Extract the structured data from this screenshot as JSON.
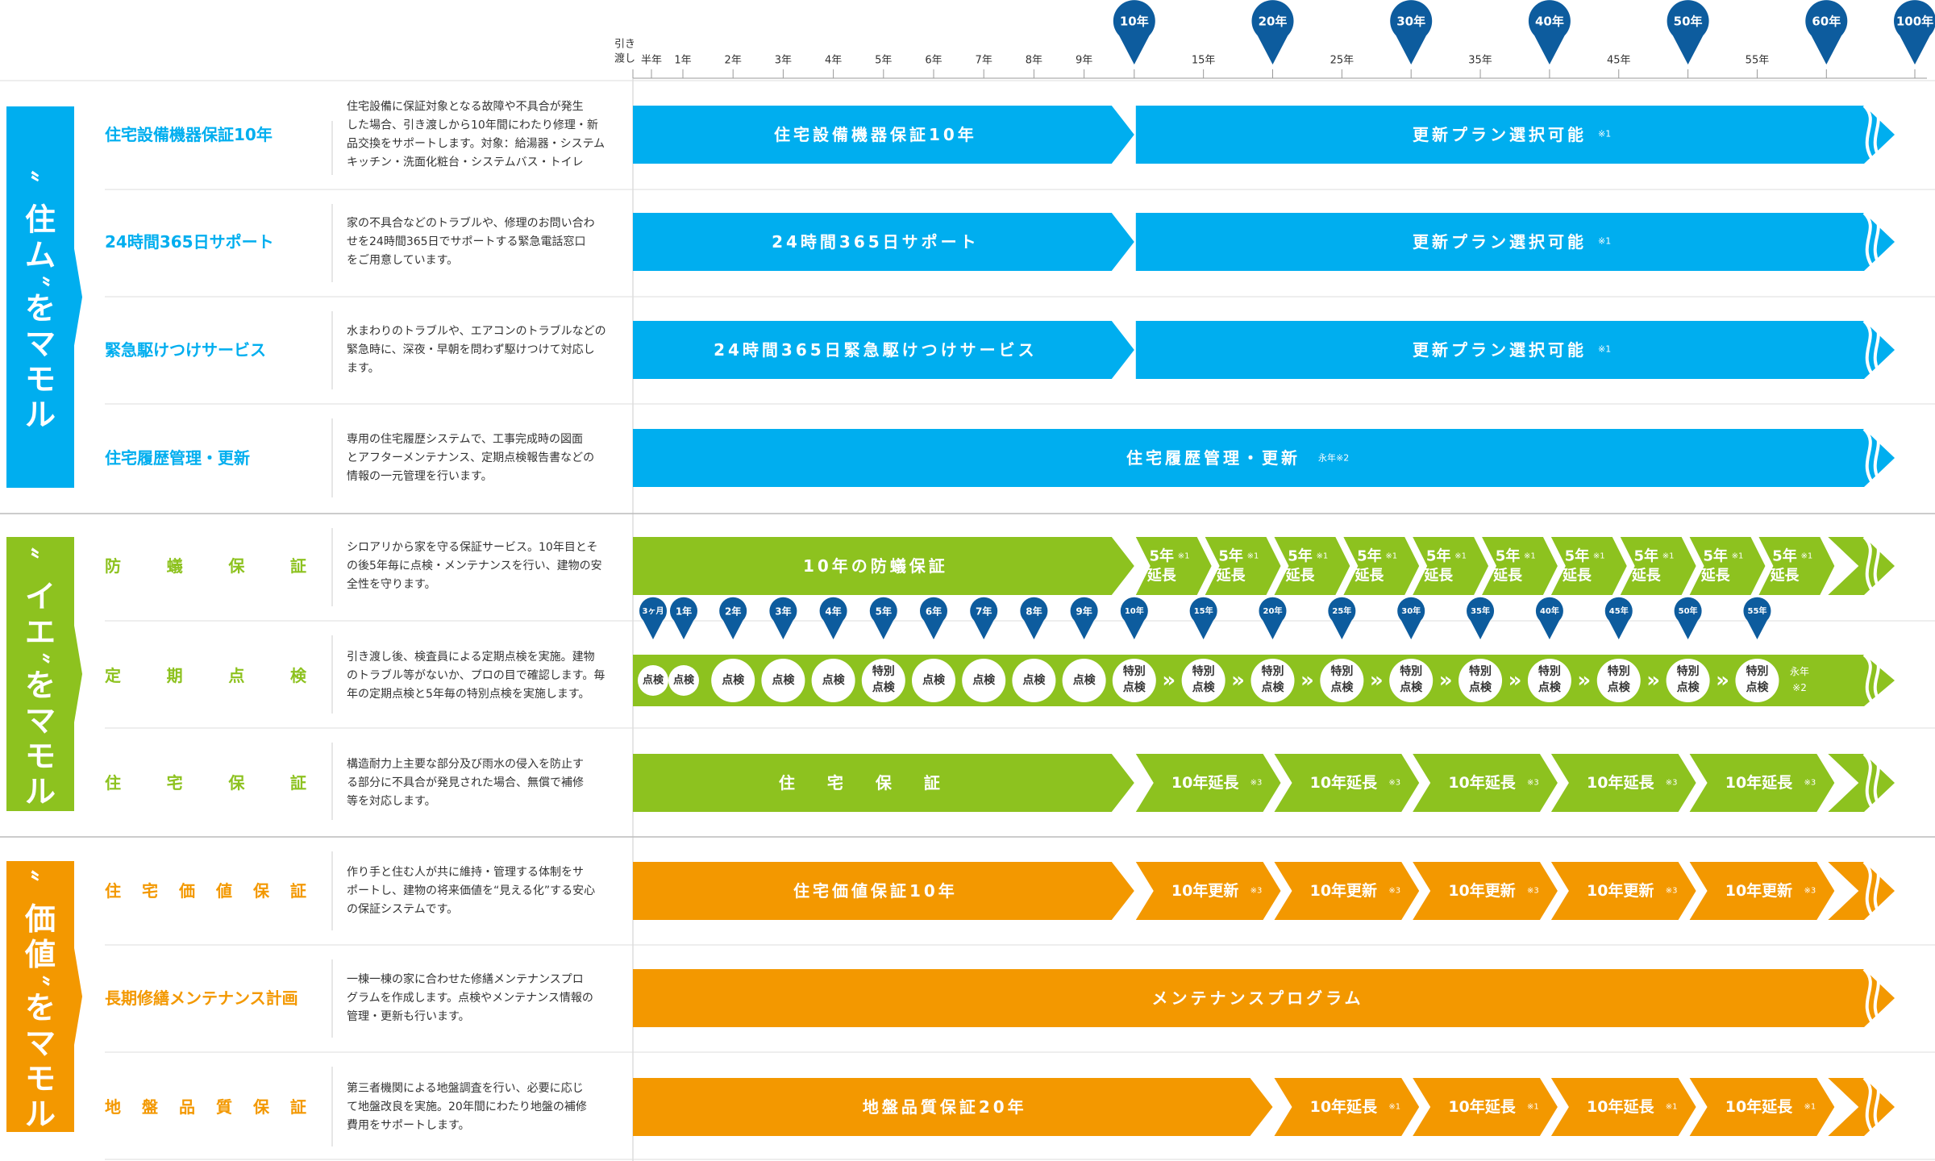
{
  "timeline": {
    "small_ticks": [
      "引き",
      "渡し",
      "半年",
      "1年",
      "2年",
      "3年",
      "4年",
      "5年",
      "6年",
      "7年",
      "8年",
      "9年",
      "15年",
      "25年",
      "35年",
      "45年",
      "55年"
    ],
    "pins": [
      "10年",
      "20年",
      "30年",
      "40年",
      "50年",
      "60年",
      "100年"
    ]
  },
  "colors": {
    "blue": "#00AEEF",
    "green": "#8DC21F",
    "orange": "#F39800",
    "navy": "#0D5C9E"
  },
  "sections": [
    {
      "label_quote": "〝",
      "label_main": "住ム",
      "label_close": "〟",
      "label_tail": "をマモル"
    },
    {
      "label_quote": "〝",
      "label_main": "イエ",
      "label_close": "〟",
      "label_tail": "をマモル"
    },
    {
      "label_quote": "〝",
      "label_main": "価値",
      "label_close": "〟",
      "label_tail": "をマモル"
    }
  ],
  "rows": [
    {
      "title": "住宅設備機器保証10年",
      "desc": [
        "住宅設備に保証対象となる故障や不具合が発生",
        "した場合、引き渡しから10年間にわたり修理・新",
        "品交換をサポートします。対象：給湯器・システム",
        "キッチン・洗面化粧台・システムバス・トイレ"
      ],
      "bar1": "住宅設備機器保証10年",
      "bar2": "更新プラン選択可能",
      "note": "※1"
    },
    {
      "title": "24時間365日サポート",
      "desc": [
        "家の不具合などのトラブルや、修理のお問い合わ",
        "せを24時間365日でサポートする緊急電話窓口",
        "をご用意しています。"
      ],
      "bar1": "24時間365日サポート",
      "bar2": "更新プラン選択可能",
      "note": "※1"
    },
    {
      "title": "緊急駆けつけサービス",
      "desc": [
        "水まわりのトラブルや、エアコンのトラブルなどの",
        "緊急時に、深夜・早朝を問わず駆けつけて対応し",
        "ます。"
      ],
      "bar1": "24時間365日緊急駆けつけサービス",
      "bar2": "更新プラン選択可能",
      "note": "※1"
    },
    {
      "title": "住宅履歴管理・更新",
      "desc": [
        "専用の住宅履歴システムで、工事完成時の図面",
        "とアフターメンテナンス、定期点検報告書などの",
        "情報の一元管理を行います。"
      ],
      "bar1": "住宅履歴管理・更新",
      "note": "永年※2"
    },
    {
      "title": "防蟻保証",
      "desc": [
        "シロアリから家を守る保証サービス。10年目とそ",
        "の後5年毎に点検・メンテナンスを行い、建物の安",
        "全性を守ります。"
      ],
      "bar1": "10年の防蟻保証",
      "ext_top": "5年",
      "ext_bottom": "延長",
      "note": "※1"
    },
    {
      "title": "定期点検",
      "desc": [
        "引き渡し後、検査員による定期点検を実施。建物",
        "のトラブル等がないか、プロの目で確認します。毎",
        "年の定期点検と5年毎の特別点検を実施します。"
      ],
      "pins": [
        "3ヶ月",
        "1年",
        "2年",
        "3年",
        "4年",
        "5年",
        "6年",
        "7年",
        "8年",
        "9年",
        "10年",
        "15年",
        "20年",
        "25年",
        "30年",
        "35年",
        "40年",
        "45年",
        "50年",
        "55年"
      ],
      "circle_normal": "点検",
      "circle_special_top": "特別",
      "circle_special_bottom": "点検",
      "chev": "»",
      "note_top": "永年",
      "note_bottom": "※2"
    },
    {
      "title": "住宅保証",
      "desc": [
        "構造耐力上主要な部分及び雨水の侵入を防止す",
        "る部分に不具合が発見された場合、無償で補修",
        "等を対応します。"
      ],
      "bar1": "住宅保証",
      "ext": "10年延長",
      "note": "※3"
    },
    {
      "title": "住宅価値保証",
      "desc": [
        "作り手と住む人が共に維持・管理する体制をサ",
        "ポートし、建物の将来価値を“見える化”する安心",
        "の保証システムです。"
      ],
      "bar1": "住宅価値保証10年",
      "ext": "10年更新",
      "note": "※3"
    },
    {
      "title": "長期修繕メンテナンス計画",
      "desc": [
        "一棟一棟の家に合わせた修繕メンテナンスプロ",
        "グラムを作成します。点検やメンテナンス情報の",
        "管理・更新も行います。"
      ],
      "bar1": "メンテナンスプログラム"
    },
    {
      "title": "地盤品質保証",
      "desc": [
        "第三者機関による地盤調査を行い、必要に応じ",
        "て地盤改良を実施。20年間にわたり地盤の補修",
        "費用をサポートします。"
      ],
      "bar1": "地盤品質保証20年",
      "ext": "10年延長",
      "note": "※1"
    }
  ]
}
